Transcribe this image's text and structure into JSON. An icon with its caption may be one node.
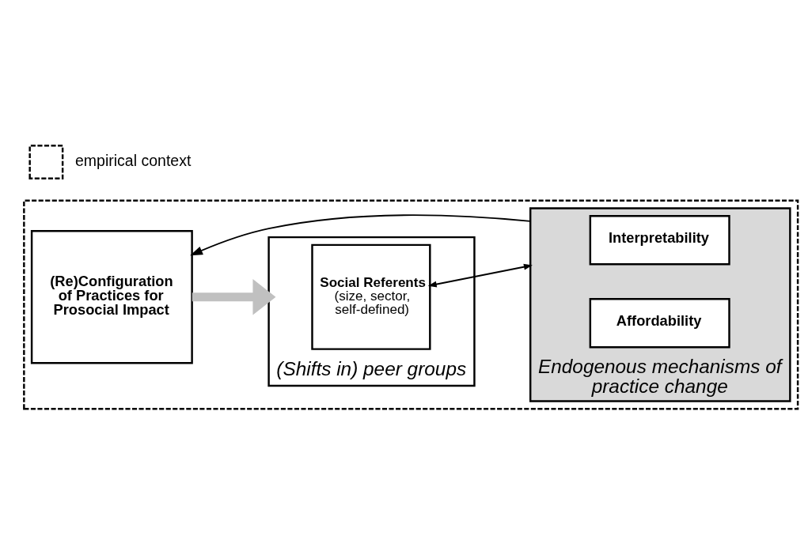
{
  "diagram": {
    "nodes": [
      {
        "text": [],
        "shape": "box"
      },
      {
        "text": [
          "(Re)Configuration of Practices for Prosocial Impact"
        ],
        "in": 0
      },
      {
        "text": [
          "(Shifts in) peer groups"
        ],
        "in": 0
      },
      {
        "text": [
          "**Social Referents** (size, sector, self-defined)"
        ],
        "in": 2
      },
      {
        "text": [
          "Endogenous mechanisms of practice change"
        ],
        "in": 0
      },
      {
        "text": [
          "Interpretability"
        ],
        "in": 4
      },
      {
        "text": [
          "Affordability"
        ],
        "in": 4
      }
    ],
    "edges": [
      {
        "from": 1,
        "to": 2,
        "arrow": "to",
        "style": "thick",
        "color": "#c0c0c0"
      },
      {
        "from": 3,
        "to": 4,
        "arrow": "both"
      },
      {
        "from": 4,
        "to": 1,
        "arrow": "to"
      }
    ],
    "legend": [
      {
        "text": "empirical context"
      }
    ]
  }
}
